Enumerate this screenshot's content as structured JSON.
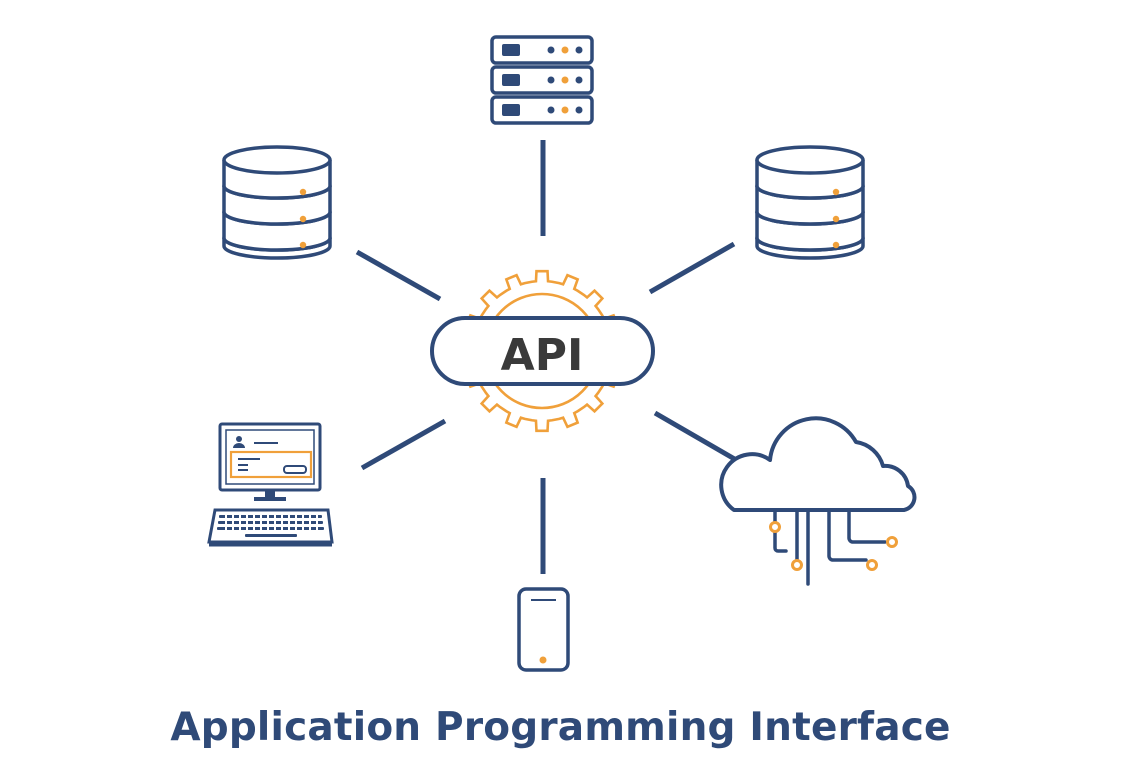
{
  "center": {
    "label": "API"
  },
  "caption": "Application Programming Interface",
  "nodes": [
    {
      "id": "server-rack",
      "icon": "server-rack-icon"
    },
    {
      "id": "database-left",
      "icon": "database-icon"
    },
    {
      "id": "database-right",
      "icon": "database-icon"
    },
    {
      "id": "desktop-computer",
      "icon": "desktop-computer-icon"
    },
    {
      "id": "cloud",
      "icon": "cloud-network-icon"
    },
    {
      "id": "mobile-phone",
      "icon": "mobile-phone-icon"
    }
  ],
  "colors": {
    "primary": "#2f4a78",
    "accent": "#f0a03a",
    "text": "#3a3a3a",
    "background": "#ffffff"
  }
}
